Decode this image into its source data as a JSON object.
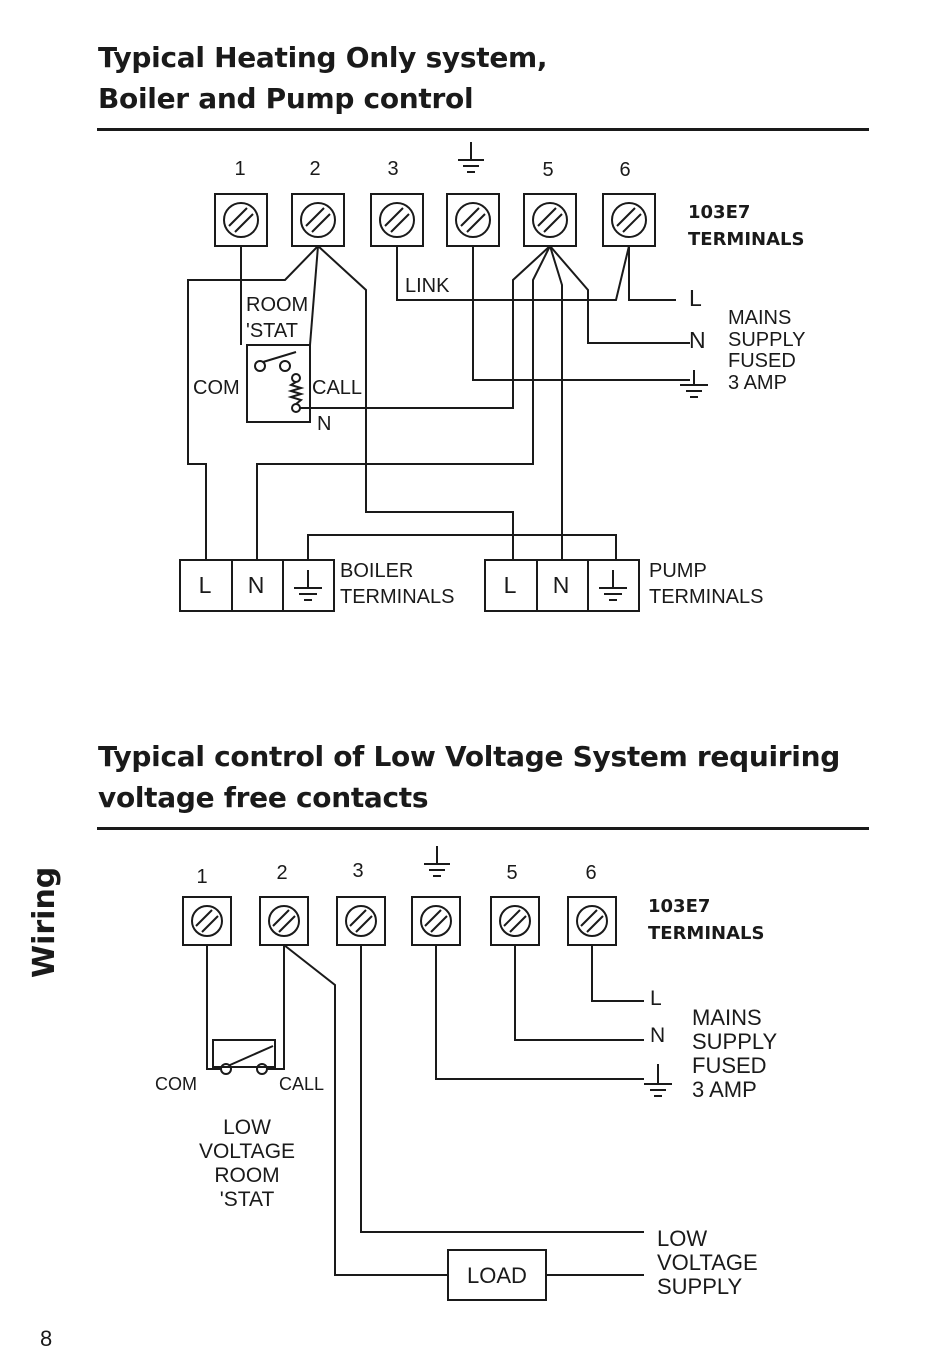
{
  "section1": {
    "title_line1": "Typical Heating Only system,",
    "title_line2": "Boiler and Pump   control",
    "terminal_numbers": [
      "1",
      "2",
      "3",
      "5",
      "6"
    ],
    "terminals_block_line1": "103E7",
    "terminals_block_line2": "TERMINALS",
    "link_label": "LINK",
    "room_stat_line1": "ROOM",
    "room_stat_line2": "'STAT",
    "com_label": "COM",
    "call_label": "CALL",
    "n_label": "N",
    "mains_l": "L",
    "mains_n": "N",
    "mains_line1": "MAINS",
    "mains_line2": "SUPPLY",
    "mains_line3": "FUSED",
    "mains_line4": "3 AMP",
    "boiler_l": "L",
    "boiler_n": "N",
    "boiler_line1": "BOILER",
    "boiler_line2": "TERMINALS",
    "pump_l": "L",
    "pump_n": "N",
    "pump_line1": "PUMP",
    "pump_line2": "TERMINALS"
  },
  "section2": {
    "title_line1": "Typical control of Low Voltage System requiring",
    "title_line2": "voltage free contacts",
    "terminal_numbers": [
      "1",
      "2",
      "3",
      "5",
      "6"
    ],
    "terminals_block_line1": "103E7",
    "terminals_block_line2": "TERMINALS",
    "com_label": "COM",
    "call_label": "CALL",
    "stat_line1": "LOW",
    "stat_line2": "VOLTAGE",
    "stat_line3": "ROOM",
    "stat_line4": "'STAT",
    "mains_l": "L",
    "mains_n": "N",
    "mains_line1": "MAINS",
    "mains_line2": "SUPPLY",
    "mains_line3": "FUSED",
    "mains_line4": "3 AMP",
    "load_label": "LOAD",
    "supply_line1": "LOW",
    "supply_line2": "VOLTAGE",
    "supply_line3": "SUPPLY"
  },
  "side_label": "Wiring",
  "page_number": "8"
}
